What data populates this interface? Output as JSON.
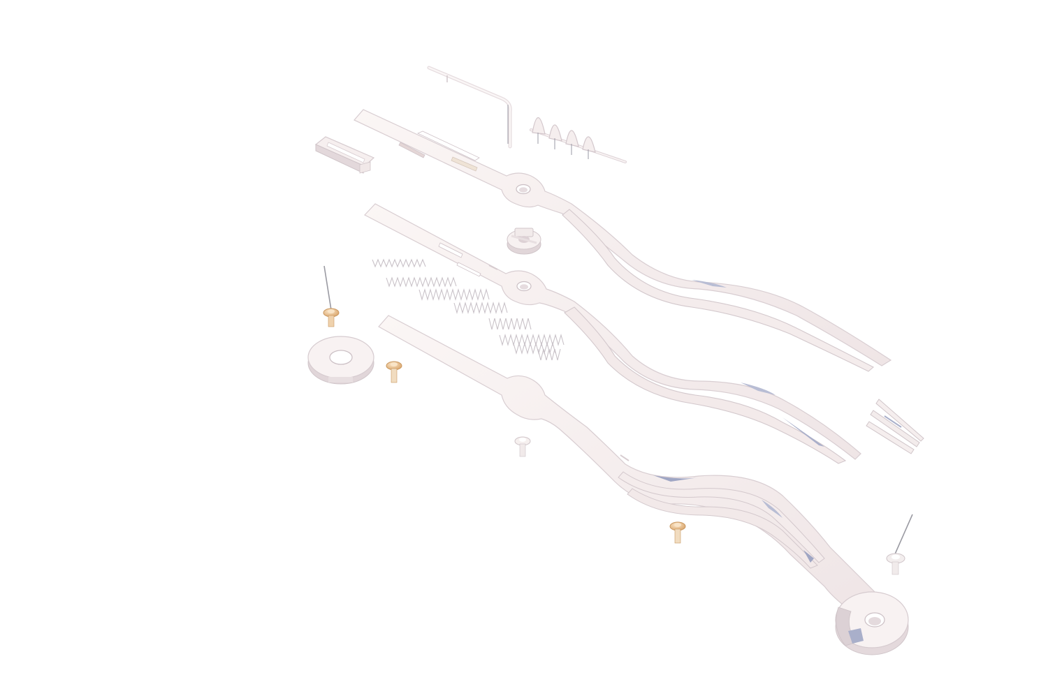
{
  "scene": {
    "kind": "exploded-view-3d-render",
    "labels": [],
    "palette": {
      "background": "#ffffff",
      "part_top": "#f8f0ef",
      "part_side": "#ddd0d4",
      "part_shadow": "#b8bdd4",
      "brass": "#e8c49a",
      "brass_dark": "#c9975f",
      "pin": "#9a9aa2"
    },
    "parts": [
      {
        "name": "bent-wire-rod"
      },
      {
        "name": "spring-coil-upper"
      },
      {
        "name": "clip-bracket"
      },
      {
        "name": "upper-flat-spring-arm"
      },
      {
        "name": "center-nut"
      },
      {
        "name": "middle-flat-spring-arm"
      },
      {
        "name": "long-coil-spring"
      },
      {
        "name": "lower-flat-spring-arm"
      },
      {
        "name": "pin-with-washer-left"
      },
      {
        "name": "ring-washer-left"
      },
      {
        "name": "brass-screw-left"
      },
      {
        "name": "small-screw-center"
      },
      {
        "name": "brass-screw-lower"
      },
      {
        "name": "tweezers-tips"
      },
      {
        "name": "pin-with-washer-right"
      },
      {
        "name": "ring-washer-right"
      }
    ]
  }
}
